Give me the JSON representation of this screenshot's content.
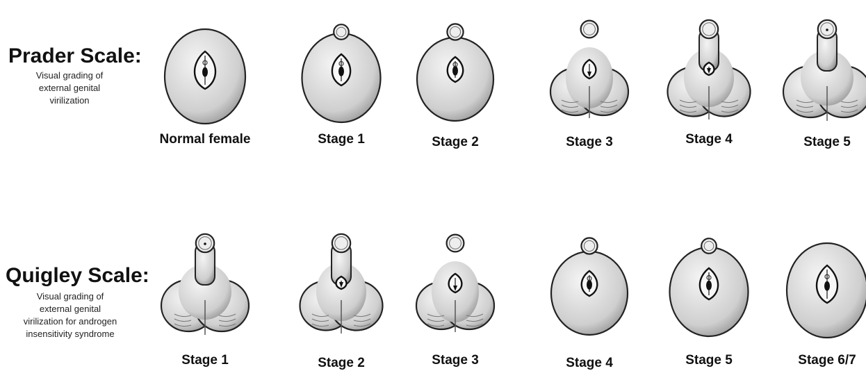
{
  "prader": {
    "title": "Prader Scale:",
    "description": [
      "Visual grading of",
      "external genital",
      "virilization"
    ],
    "stages": [
      {
        "label": "Normal female",
        "virilization": 0
      },
      {
        "label": "Stage 1",
        "virilization": 1
      },
      {
        "label": "Stage 2",
        "virilization": 2
      },
      {
        "label": "Stage 3",
        "virilization": 3
      },
      {
        "label": "Stage 4",
        "virilization": 4
      },
      {
        "label": "Stage 5",
        "virilization": 5
      }
    ]
  },
  "quigley": {
    "title": "Quigley Scale:",
    "description": [
      "Visual grading of",
      "external genital",
      "virilization for androgen",
      "insensitivity syndrome"
    ],
    "stages": [
      {
        "label": "Stage 1",
        "virilization": 5
      },
      {
        "label": "Stage 2",
        "virilization": 4
      },
      {
        "label": "Stage 3",
        "virilization": 3
      },
      {
        "label": "Stage 4",
        "virilization": 2
      },
      {
        "label": "Stage 5",
        "virilization": 1
      },
      {
        "label": "Stage 6/7",
        "virilization": 0
      }
    ]
  }
}
